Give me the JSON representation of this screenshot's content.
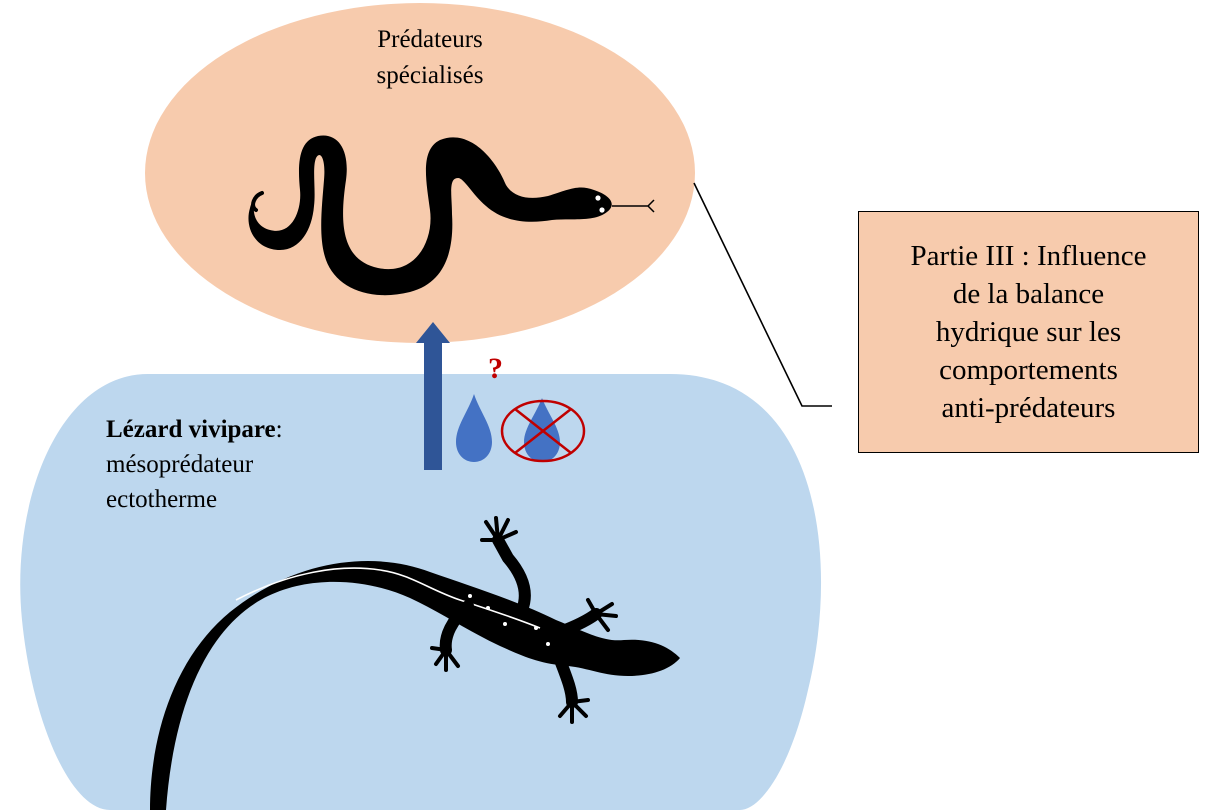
{
  "predators": {
    "line1": "Prédateurs",
    "line2": "spécialisés"
  },
  "lizard": {
    "name": "Lézard vivipare",
    "colon": ":",
    "line2": "mésoprédateur",
    "line3": "ectotherme"
  },
  "part_box": {
    "line1": "Partie III : Influence",
    "line2": "de la balance",
    "line3": "hydrique sur les",
    "line4": "comportements",
    "line5": "anti-prédateurs"
  },
  "question_mark": "?",
  "colors": {
    "predator_fill": "#f7cbad",
    "lizard_zone_fill": "#bdd7ee",
    "arrow": "#2f5597",
    "water_drop": "#4472c4",
    "no_symbol": "#c00000",
    "silhouette": "#000000"
  }
}
